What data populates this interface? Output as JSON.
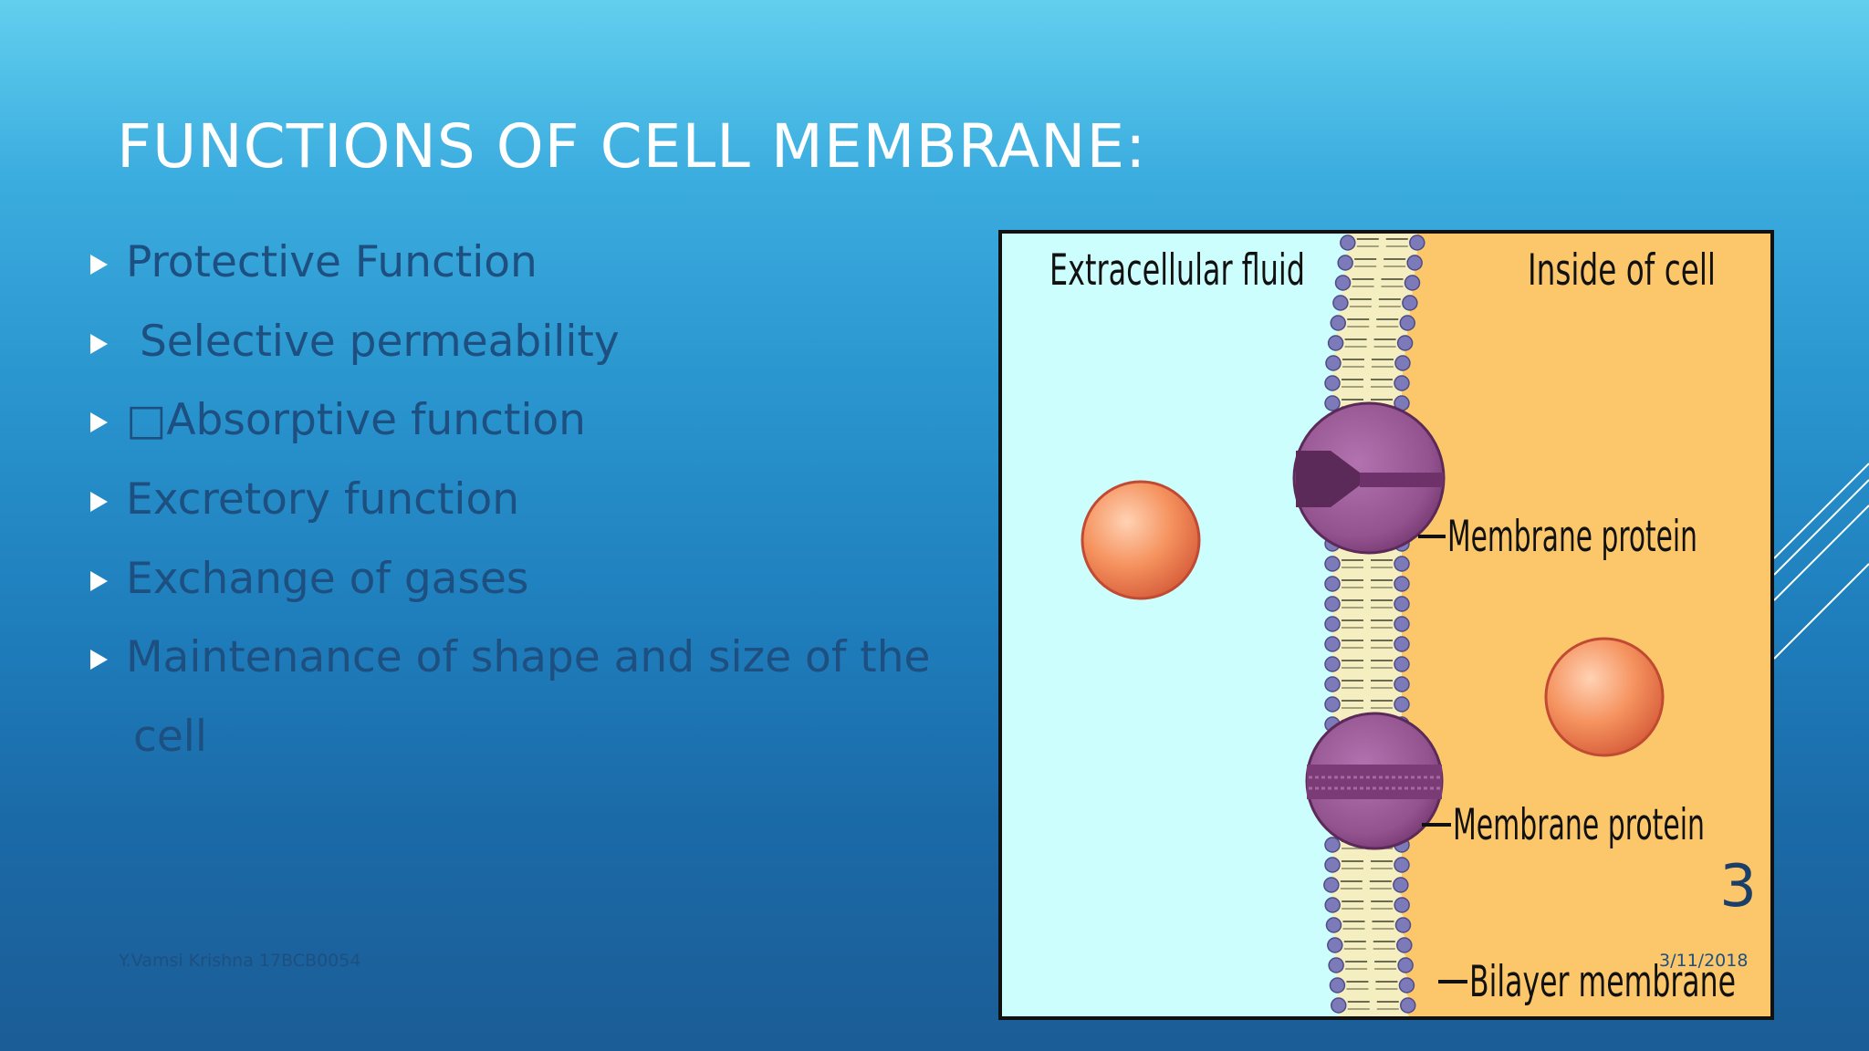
{
  "slide": {
    "title": "FUNCTIONS OF CELL MEMBRANE:",
    "bullets": [
      {
        "text": "Protective Function"
      },
      {
        "text": " Selective permeability"
      },
      {
        "text": "□Absorptive function"
      },
      {
        "text": "Excretory function"
      },
      {
        "text": "Exchange of gases"
      },
      {
        "text": "Maintenance of shape and size of the"
      }
    ],
    "bullet_continuation": "cell",
    "slide_number": "3",
    "footer_author": "Y.Vamsi Krishna 17BCB0054",
    "footer_date": "3/11/2018"
  },
  "diagram": {
    "labels": {
      "outside": "Extracellular fluid",
      "inside": "Inside of cell",
      "protein_top": "Membrane protein",
      "protein_bottom": "Membrane protein",
      "bilayer": "Bilayer membrane"
    },
    "colors": {
      "extracellular": "#cdfefe",
      "intracellular": "#fcc76b",
      "protein": "#93538f",
      "molecule": "#f49060",
      "lipid_head": "#7c7ab8",
      "lipid_tail": "#f5eec0"
    }
  },
  "theme": {
    "background_top": "#62cfee",
    "background_bottom": "#1b5d96",
    "title_color": "#ffffff",
    "text_color": "#1d4f80",
    "bullet_marker": "triangle-right-icon"
  }
}
